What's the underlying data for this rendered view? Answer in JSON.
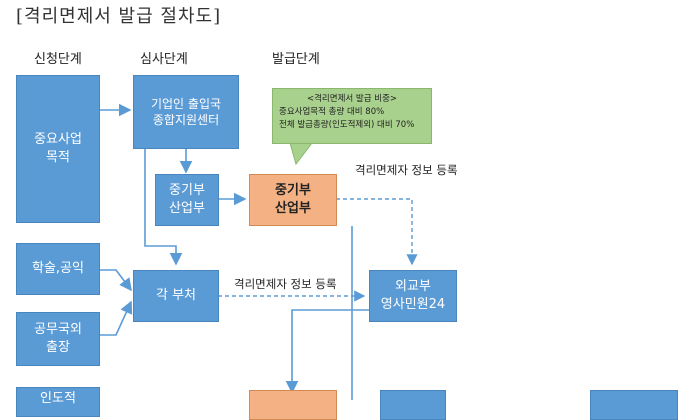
{
  "title": "[격리면제서 발급 절차도]",
  "stages": {
    "apply": "신청단계",
    "review": "심사단계",
    "issue": "발급단계"
  },
  "boxes": {
    "important_business": [
      "중요사업",
      "목적"
    ],
    "academic": "학술,공익",
    "official_trip": [
      "공무국외",
      "출장"
    ],
    "humanitarian_partial": "인도적",
    "kotra": [
      "기업인 출입국",
      "종합지원센터"
    ],
    "mss_motie_review": [
      "중기부",
      "산업부"
    ],
    "each_ministry": "각 부처",
    "mss_motie_issue": [
      "중기부",
      "산업부"
    ],
    "mofa": [
      "외교부",
      "영사민원24"
    ]
  },
  "note": {
    "line1": "<격리면제서 발급 비중>",
    "line2": "중요사업목적 총량 대비 80%",
    "line3": "전체 발급총량(인도적제외) 대비 70%"
  },
  "edge_labels": {
    "register_top": "격리면제자 정보 등록",
    "register_mid": "격리면제자 정보 등록"
  },
  "colors": {
    "blue": "#5b9bd5",
    "orange": "#f4b183",
    "green": "#a9d18e"
  }
}
